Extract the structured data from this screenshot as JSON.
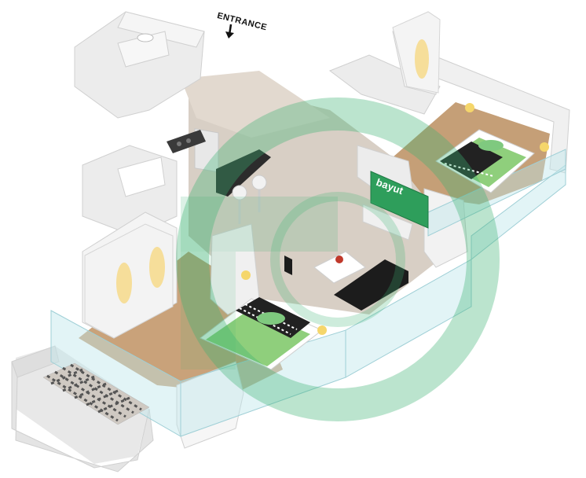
{
  "labels": {
    "entrance": "ENTRANCE",
    "tv_screen": "bayut"
  },
  "icons": {
    "entrance_arrow": "arrow-down-icon",
    "watermark": "bayut-logo-watermark"
  },
  "colors": {
    "wall": "#ececec",
    "floor_wood": "#caa57d",
    "floor_tile": "#d9d2c9",
    "watermark_green": "#3bb273",
    "bed_linen": "#7fc97f",
    "tv_screen": "#2e9e5b"
  }
}
